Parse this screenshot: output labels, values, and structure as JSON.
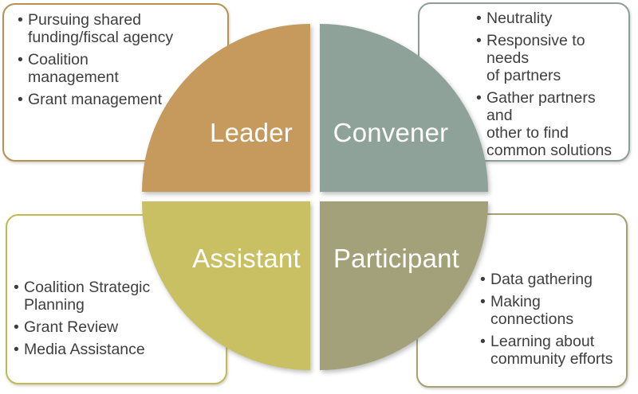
{
  "bullet_char": "•",
  "colors": {
    "background": "#FFFFFF",
    "list_text": "#3E3E3E",
    "label_text": "#FEFEFE",
    "leader_fill": "#C59A5C",
    "convener_fill": "#8FA29A",
    "assistant_fill": "#C9C063",
    "participant_fill": "#A3A17A",
    "leader_box_border": "#B8914E",
    "convener_box_border": "#8C9E96",
    "assistant_box_border": "#C2BA4E",
    "participant_box_border": "#A5A171"
  },
  "quadrants": {
    "leader": {
      "label": "Leader"
    },
    "convener": {
      "label": "Convener"
    },
    "assistant": {
      "label": "Assistant"
    },
    "participant": {
      "label": "Participant"
    }
  },
  "callouts": {
    "leader": {
      "items": [
        "Pursuing shared\nfunding/fiscal agency",
        "Coalition\nmanagement",
        "Grant management"
      ]
    },
    "convener": {
      "items": [
        "Neutrality",
        "Responsive to needs\nof partners",
        "Gather partners and\nother to find\ncommon solutions"
      ]
    },
    "assistant": {
      "items": [
        "Coalition Strategic\nPlanning",
        "Grant Review",
        "Media Assistance"
      ]
    },
    "participant": {
      "items": [
        "Data gathering",
        "Making\nconnections",
        "Learning about\ncommunity efforts"
      ]
    }
  }
}
